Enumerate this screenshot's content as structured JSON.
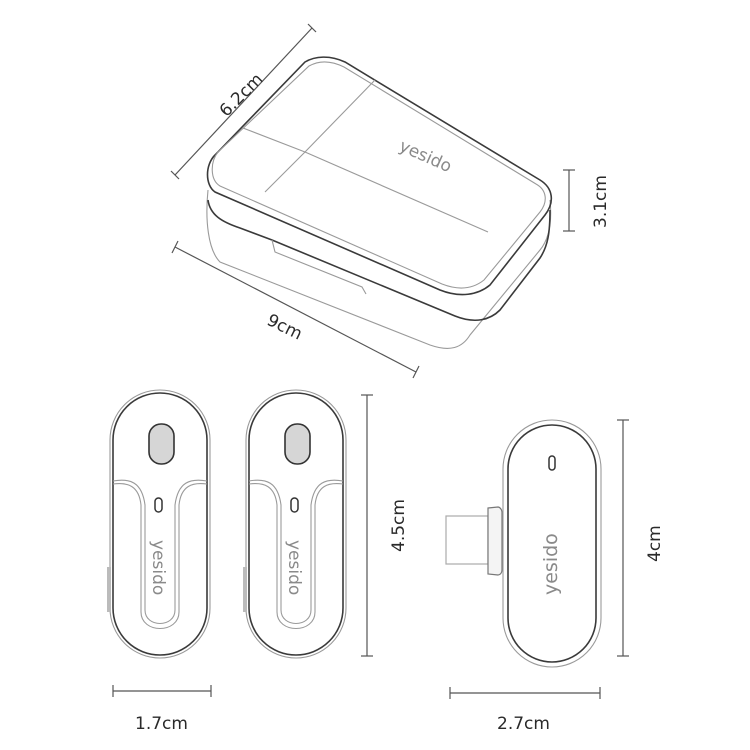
{
  "diagram": {
    "subject": "Yesido wireless microphone set with charging case",
    "brand_logo": "yesido",
    "colors": {
      "outline": "#3a3a3a",
      "light_outline": "#9a9a9a",
      "dimension_line": "#555555",
      "text": "#2a2a2a",
      "logo": "#8a8a8a",
      "mesh": "#d6d6d6"
    },
    "case": {
      "depth_label": "6.2cm",
      "height_label": "3.1cm",
      "width_label": "9cm"
    },
    "microphones": {
      "count": 2,
      "width_label": "1.7cm",
      "height_label": "4.5cm"
    },
    "receiver": {
      "width_label": "2.7cm",
      "height_label": "4cm"
    }
  }
}
